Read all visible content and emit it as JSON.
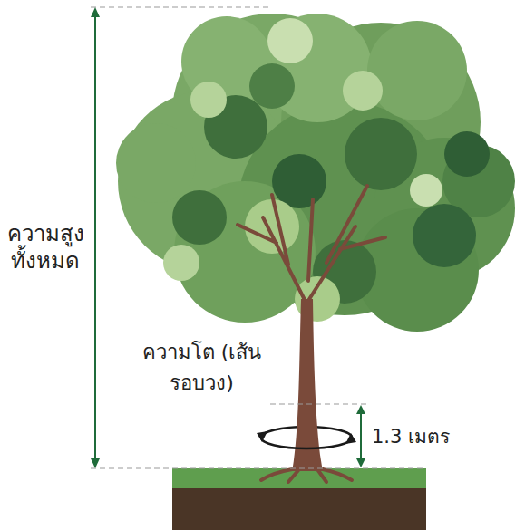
{
  "diagram": {
    "labels": [
      "ความสูง ทั้งหมด",
      "ความโต (เส้นรอบวง)",
      "1.3 เมตร"
    ]
  }
}
